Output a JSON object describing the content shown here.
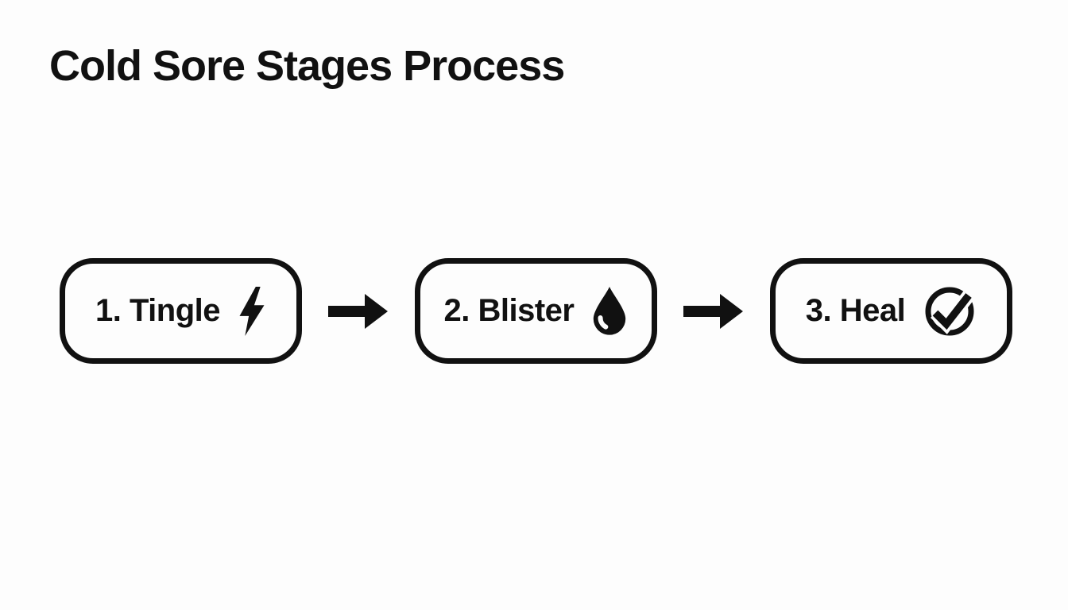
{
  "page": {
    "title": "Cold Sore Stages Process",
    "background_color": "#fdfdfd",
    "ink_color": "#111111"
  },
  "diagram": {
    "type": "flowchart",
    "direction": "left-to-right",
    "connector": "arrow-right",
    "stages": [
      {
        "step": 1,
        "label": "1. Tingle",
        "icon": "lightning-bolt-icon"
      },
      {
        "step": 2,
        "label": "2. Blister",
        "icon": "droplet-icon"
      },
      {
        "step": 3,
        "label": "3. Heal",
        "icon": "check-circle-icon"
      }
    ]
  }
}
